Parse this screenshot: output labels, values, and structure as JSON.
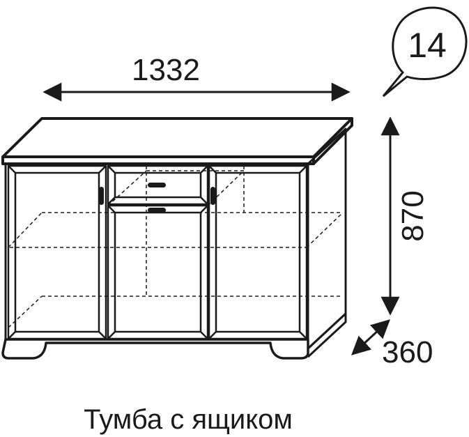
{
  "item_number": "14",
  "dimensions": {
    "width": "1332",
    "height": "870",
    "depth": "360"
  },
  "caption": "Тумба с ящиком",
  "colors": {
    "line": "#1a1a1a",
    "background": "#ffffff"
  }
}
